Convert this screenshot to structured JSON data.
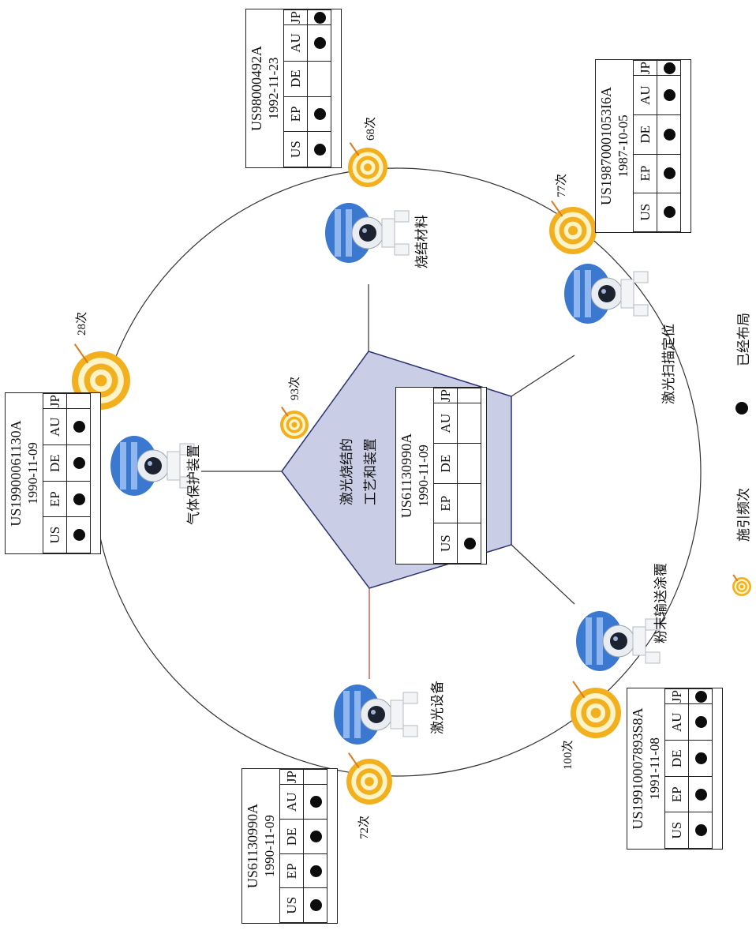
{
  "center": {
    "title_line1": "激光烧结的",
    "title_line2": "工艺和装置",
    "count": "93次",
    "patent": {
      "number": "US61130990A",
      "date": "1990-11-09",
      "headers": [
        "US",
        "EP",
        "DE",
        "AU",
        "JP"
      ],
      "filed": [
        true,
        false,
        false,
        false,
        false
      ]
    }
  },
  "nodes": [
    {
      "id": "sintering-material",
      "label": "烧结材料",
      "count": "68次",
      "patent": {
        "number": "US98000492A",
        "date": "1992-11-23",
        "headers": [
          "US",
          "EP",
          "DE",
          "AU",
          "JP"
        ],
        "filed": [
          true,
          true,
          false,
          true,
          true
        ]
      }
    },
    {
      "id": "laser-scan-positioning",
      "label": "激光扫描定位",
      "count": "77次",
      "patent": {
        "number": "US19870001053I6A",
        "date": "1987-10-05",
        "headers": [
          "US",
          "EP",
          "DE",
          "AU",
          "JP"
        ],
        "filed": [
          true,
          true,
          true,
          true,
          true
        ]
      }
    },
    {
      "id": "powder-feed-coating",
      "label": "粉末输送涂覆",
      "count": "100次",
      "patent": {
        "number": "US19910007893S8A",
        "date": "1991-11-08",
        "headers": [
          "US",
          "EP",
          "DE",
          "AU",
          "JP"
        ],
        "filed": [
          true,
          true,
          true,
          true,
          true
        ]
      }
    },
    {
      "id": "laser-device",
      "label": "激光设备",
      "count": "72次",
      "patent": {
        "number": "US61130990A",
        "date": "1990-11-09",
        "headers": [
          "US",
          "EP",
          "DE",
          "AU",
          "JP"
        ],
        "filed": [
          true,
          true,
          true,
          true,
          false
        ]
      }
    },
    {
      "id": "gas-protection-device",
      "label": "气体保护装置",
      "count": "28次",
      "patent": {
        "number": "US19900061130A",
        "date": "1990-11-09",
        "headers": [
          "US",
          "EP",
          "DE",
          "AU",
          "JP"
        ],
        "filed": [
          true,
          true,
          true,
          true,
          false
        ]
      }
    }
  ],
  "legend": {
    "citation_label": "施引频次",
    "deployed_label": "已经布局"
  },
  "colors": {
    "target_outer": "#f2b01e",
    "target_inner": "#fff3c8",
    "pentagon_fill": "#c9cde6",
    "pentagon_stroke": "#2e3270",
    "robot_blue": "#3b78d0"
  }
}
